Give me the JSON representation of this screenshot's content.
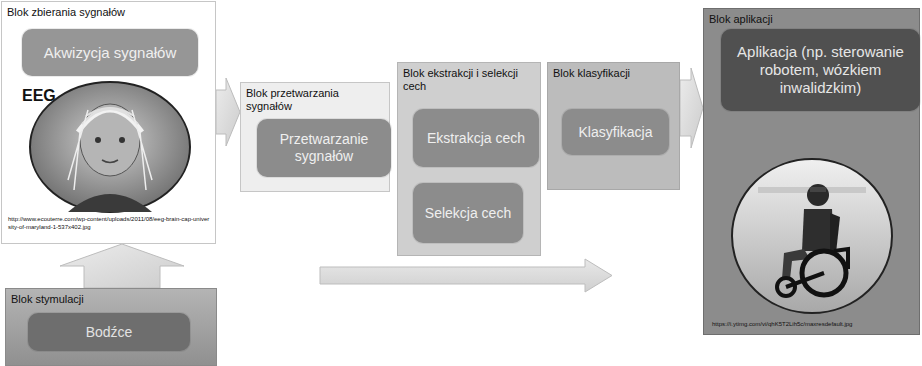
{
  "diagram": {
    "nodes": [
      {
        "text": [
          "Blok zbierania sygnałów"
        ]
      },
      {
        "text": [
          "Akwizycja sygnałów"
        ],
        "in": 0
      },
      {
        "text": [
          "Blok przetwarzania sygnałów"
        ]
      },
      {
        "text": [
          "Przetwarzanie sygnałów"
        ],
        "in": 2
      },
      {
        "text": [
          "Blok ekstrakcji i selekcji cech"
        ]
      },
      {
        "text": [
          "Ekstrakcja cech"
        ],
        "in": 4
      },
      {
        "text": [
          "Selekcja cech"
        ],
        "in": 4
      },
      {
        "text": [
          "Blok klasyfikacji"
        ]
      },
      {
        "text": [
          "Klasyfikacja"
        ],
        "in": 7
      },
      {
        "text": [
          "Blok aplikacji"
        ]
      },
      {
        "text": [
          "Aplikacja (np. sterowanie robotem, wózkiem inwalidzkim)"
        ],
        "in": 9
      },
      {
        "text": [
          "Blok stymulacji"
        ]
      },
      {
        "text": [
          "Bodźce"
        ],
        "in": 11
      }
    ],
    "edges": [
      {
        "from": 11,
        "to": 0,
        "arrow": "to"
      },
      {
        "from": 0,
        "to": 2,
        "arrow": "to"
      },
      {
        "from": 7,
        "to": 9,
        "arrow": "to"
      }
    ],
    "labels": [
      "EEG",
      "http://www.ecouterre.com/wp-content/uploads/2011/08/eeg-brain-cap-university-of-maryland-1-537x402.jpg",
      "https://i.ytimg.com/vi/qhK5T2Lih5c/maxresdefault.jpg"
    ]
  }
}
